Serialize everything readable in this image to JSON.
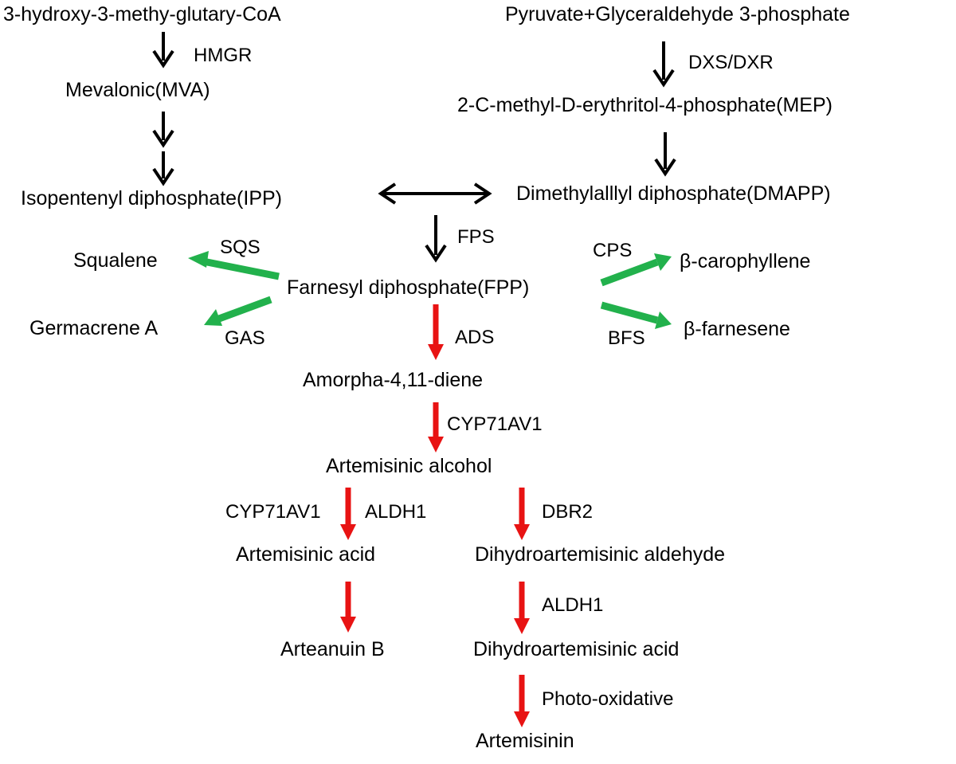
{
  "colors": {
    "black_arrow": "#000000",
    "red_arrow": "#e81313",
    "green_arrow": "#22b14c"
  },
  "metabolites": {
    "hmg_coa": "3-hydroxy-3-methy-glutary-CoA",
    "pyruvate_g3p": "Pyruvate+Glyceraldehyde 3-phosphate",
    "mva": "Mevalonic(MVA)",
    "mep": "2-C-methyl-D-erythritol-4-phosphate(MEP)",
    "ipp": "Isopentenyl diphosphate(IPP)",
    "dmapp": "Dimethylalllyl diphosphate(DMAPP)",
    "squalene": "Squalene",
    "fpp": "Farnesyl diphosphate(FPP)",
    "carophyllene": "β-carophyllene",
    "germacrene_a": "Germacrene A",
    "farnesene": "β-farnesene",
    "amorphadiene": "Amorpha-4,11-diene",
    "artemisinic_alcohol": "Artemisinic alcohol",
    "artemisinic_acid": "Artemisinic acid",
    "dihydroartemisinic_aldehyde": "Dihydroartemisinic aldehyde",
    "arteanuin_b": "Arteanuin B",
    "dihydroartemisinic_acid": "Dihydroartemisinic acid",
    "artemisinin": "Artemisinin"
  },
  "enzymes": {
    "hmgr": "HMGR",
    "dxs_dxr": "DXS/DXR",
    "fps": "FPS",
    "sqs": "SQS",
    "cps": "CPS",
    "gas": "GAS",
    "ads": "ADS",
    "bfs": "BFS",
    "cyp71av1_a": "CYP71AV1",
    "cyp71av1_b": "CYP71AV1",
    "aldh1_a": "ALDH1",
    "dbr2": "DBR2",
    "aldh1_b": "ALDH1",
    "photo_oxidative": "Photo-oxidative"
  }
}
